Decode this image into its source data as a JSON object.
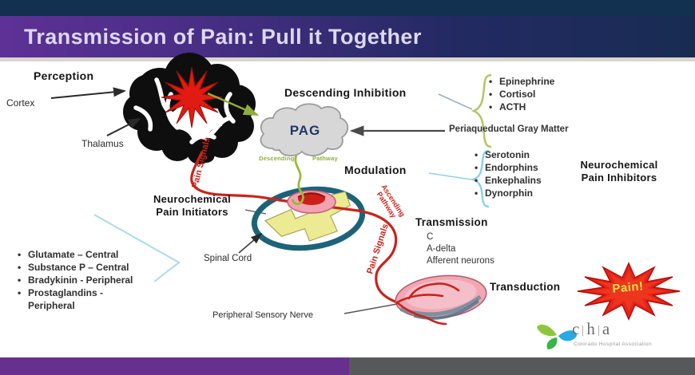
{
  "slide": {
    "title": "Transmission of Pain: Pull it Together"
  },
  "perception": {
    "label": "Perception",
    "cortex": "Cortex",
    "thalamus": "Thalamus"
  },
  "descending_inhibition": {
    "label": "Descending Inhibition",
    "items": [
      "Epinephrine",
      "Cortisol",
      "ACTH"
    ]
  },
  "pag": {
    "label": "PAG",
    "source": "Periaqueductal Gray Matter",
    "pathway_word1": "Descending",
    "pathway_word2": "Pathway"
  },
  "modulation": {
    "label": "Modulation",
    "items": [
      "Serotonin",
      "Endorphins",
      "Enkephalins",
      "Dynorphin"
    ],
    "inhibitors_line1": "Neurochemical",
    "inhibitors_line2": "Pain Inhibitors"
  },
  "initiators": {
    "line1": "Neurochemical",
    "line2": "Pain Initiators",
    "items": [
      "Glutamate – Central",
      "Substance P – Central",
      "Bradykinin - Peripheral",
      "Prostaglandins - Peripheral"
    ],
    "spinal_cord": "Spinal Cord"
  },
  "pathways": {
    "pain_signals_upper": "Pain Signals",
    "pain_signals_lower": "Pain Signals",
    "ascending_word1": "Ascending",
    "ascending_word2": "Pathway"
  },
  "transmission": {
    "label": "Transmission",
    "items": [
      "C",
      "A-delta",
      "Afferent neurons"
    ]
  },
  "periphery": {
    "transduction": "Transduction",
    "pain_burst": "Pain!",
    "nerve_label": "Peripheral Sensory Nerve"
  },
  "logo": {
    "letters": [
      "c",
      "h",
      "a"
    ],
    "tagline": "Colorado Hospital Association"
  },
  "colors": {
    "top_bar": "#12304f",
    "title_purple": "#5e3196",
    "title_navy": "#182c52",
    "footer_purple": "#67308f",
    "footer_gray": "#57585a",
    "pain_red": "#c9241c",
    "pathway_green": "#8fae3c",
    "brace_green": "#b6c464",
    "brace_blue": "#8ed1ea",
    "spinal_teal": "#1c6378",
    "star_red": "#e6231b",
    "pain_text_yellow": "#ffe24a",
    "pag_fill": "#d7d7d7"
  }
}
